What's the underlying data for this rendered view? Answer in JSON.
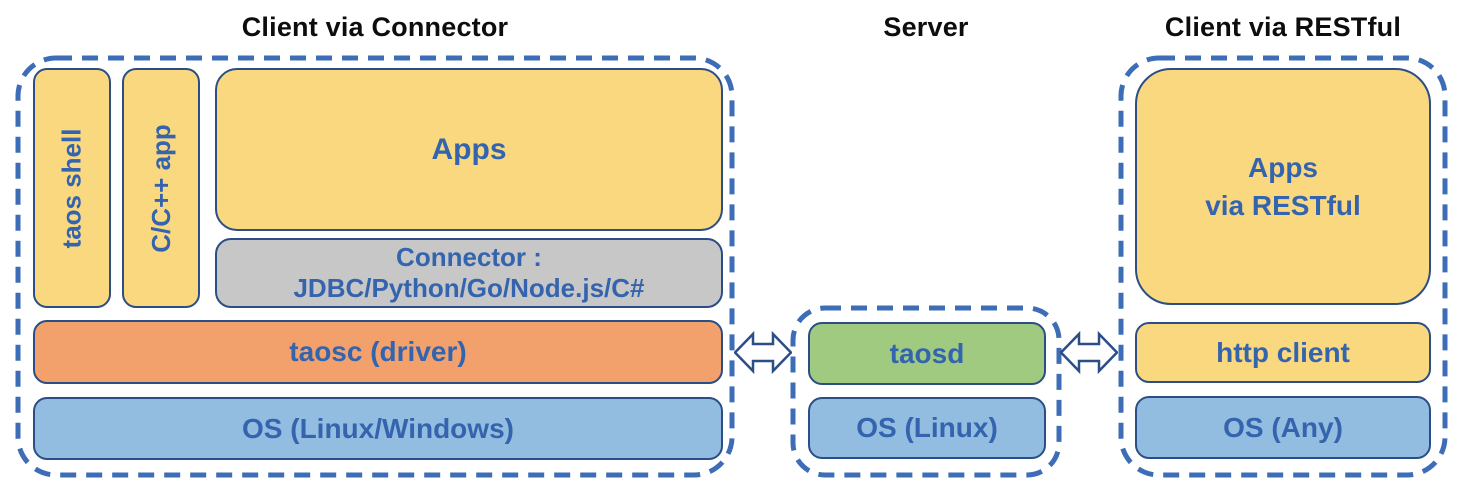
{
  "colors": {
    "yellow": "#FAD880",
    "gray": "#C7C7C7",
    "orange": "#F2A16C",
    "light-blue": "#92BCE0",
    "green": "#A0CA80",
    "box-border": "#2A4E85",
    "dash-blue": "#3D6DB7",
    "label-blue": "#3464AE",
    "title-black": "#0D0D0D"
  },
  "groups": {
    "connector_client": {
      "title": "Client via Connector"
    },
    "server": {
      "title": "Server"
    },
    "restful_client": {
      "title": "Client via RESTful"
    }
  },
  "boxes": {
    "taos_shell": "taos shell",
    "cpp_app": "C/C++ app",
    "apps": "Apps",
    "connector": "Connector : JDBC/Python/Go/Node.js/C#",
    "taosc": "taosc (driver)",
    "os_client": "OS (Linux/Windows)",
    "taosd": "taosd",
    "os_server": "OS (Linux)",
    "apps_restful_line1": "Apps",
    "apps_restful_line2": "via RESTful",
    "http_client": "http client",
    "os_any": "OS (Any)"
  },
  "icons": {
    "left_link": "double-headed-arrow",
    "right_link": "double-headed-arrow"
  }
}
